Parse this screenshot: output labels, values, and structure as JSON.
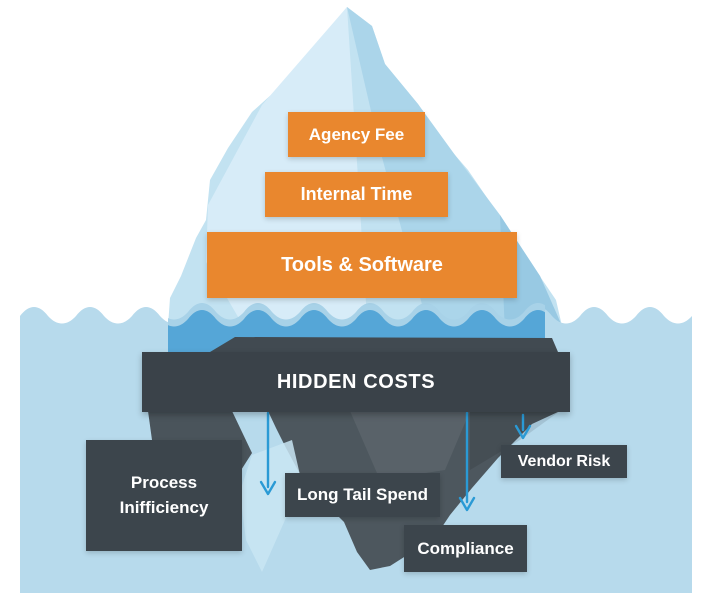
{
  "diagram": {
    "type": "iceberg-cost-model",
    "visible_costs": [
      {
        "label": "Agency Fee"
      },
      {
        "label": "Internal Time"
      },
      {
        "label": "Tools & Software"
      }
    ],
    "divider_label": "HIDDEN COSTS",
    "hidden_costs": [
      {
        "label": "Process Inifficiency"
      },
      {
        "label": "Long Tail Spend"
      },
      {
        "label": "Compliance"
      },
      {
        "label": "Vendor Risk"
      }
    ],
    "colors": {
      "visible_cost_box": "#E9872E",
      "hidden_cost_box": "#3C454C",
      "divider_banner": "#3A4249",
      "water_front": "#B7DAEC",
      "water_behind_iceberg": "#55A6D7",
      "wave_crest_highlight": "#A8D2E8",
      "iceberg_above_water": "#C2E2F1",
      "iceberg_below_water": "#4D575E",
      "arrow": "#2A9AD5",
      "label_text": "#FFFFFF"
    }
  }
}
